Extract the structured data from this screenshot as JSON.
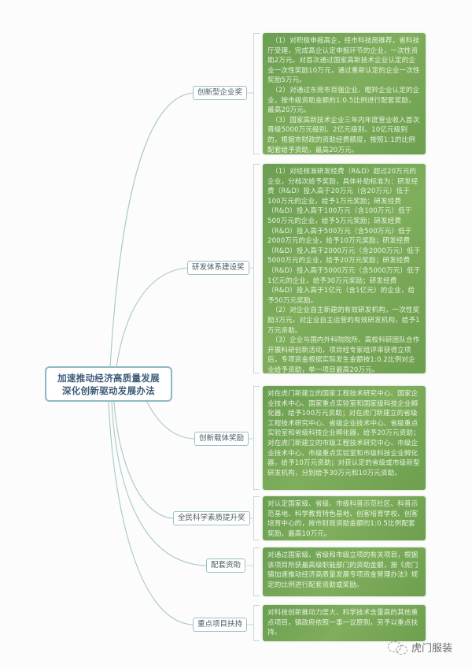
{
  "colors": {
    "background": "#fbfcfb",
    "root_border": "#8fb8c2",
    "root_text": "#3f5c78",
    "branch_border": "#9cc0c6",
    "connector": "#a9c7c9",
    "detail_fill": "#74a656",
    "detail_text": "#e8f2df"
  },
  "root": {
    "line1": "加速推动经济高质量发展",
    "line2": "深化创新驱动发展办法"
  },
  "branches": [
    {
      "label": "创新型企业奖",
      "details": [
        "（1）对积极申报高企，经市科技局推荐，省科技厅受理，完成高企认定申报环节的企业，一次性资助2万元。对首次通过国家高新技术企业认定的企业一次性奖励10万元，通过重新认定的企业一次性奖励5万元。",
        "（2）对通过东莞市百强企业、瞪羚企业认定的企业，按市级资助金额的1:0.5比例进行配套奖励，最高20万元。",
        "（3）国家高新技术企业三年内年度营业收入首次晋级5000万元级别、2亿元级别、10亿元级别的，根据市财政的资助经费额度，按照1:1的比例配套给予资助，最高20万元。"
      ]
    },
    {
      "label": "研发体系建设奖",
      "details": [
        "（1）对经核准研发经费（R&D）超过20万元的企业，分档次给予奖励，具体补助标准为：研发经费（R&D）投入高于20万元（含20万元）低于100万元的企业，给予1万元奖励；研发经费（R&D）投入高于100万元（含100万元）低于500万元的企业，给予5万元奖励；研发经费（R&D）投入高于500万元（含500万元）低于2000万元的企业，给予10万元奖励；研发经费（R&D）投入高于2000万元（含2000万元）低于5000万元的企业，给予20万元奖励；研发经费（R&D）投入高于5000万元（含5000万元）低于1亿元的企业，给予30万元奖励；研发经费（R&D）投入高于1亿元（含1亿元）的企业，给予50万元奖励。",
        "（2）对企业自主新建的有效研发机构，一次性奖励3万元。对企业自主运营的有效研发机构，给予1万元资助。",
        "（3）企业与国内外科院院所、高校科研团队合作开展科研创新活动，项目经专家组评审获得立项后，专项资金根据实际发生金额按1:0.2比例对企业给予资助，单一项目最高20万元。"
      ]
    },
    {
      "label": "创新载体奖励",
      "details": [
        "对在虎门新建立的国家工程技术研究中心、国家企业技术中心、国家重点实验室和国家级科技企业孵化器，给予100万元资助；对在虎门新建立的省级工程技术研究中心、省级企业技术中心、省级重点实验室和省级科技企业孵化器，给予20万元资助；对在虎门新建立的市级工程技术研究中心、市级企业技术中心、市级重点实验室和市级科技企业孵化器，给予10万元资助；对获认定的省级或市级新型研发机构，分别给予30万元和10万元资助。"
      ]
    },
    {
      "label": "全民科学素质提升奖",
      "details": [
        "对认定国家级、省级、市级科普示范社区、科普示范基地、科学教育特色基地、创客培育学校、创客培育中心的，按市财政资助金额的1:0.5比例配套奖励，最高10万元。"
      ]
    },
    {
      "label": "配套资助",
      "details": [
        "对通过国家级、省级和市级立项的有关项目，根据该项目所获最高级职能部门的资助金额，按《虎门镇加速推动经济高质量发展专项资金管理办法》规定的比例进行配套资助或奖励。"
      ]
    },
    {
      "label": "重点项目扶持",
      "details": [
        "对科技创新推动力度大、科学技术含量高的其他重点项目，镇政府依照一事一议原则，另予以重点扶持。"
      ]
    }
  ],
  "watermark": {
    "icon": "wechat-icon",
    "text": "虎门服装"
  }
}
